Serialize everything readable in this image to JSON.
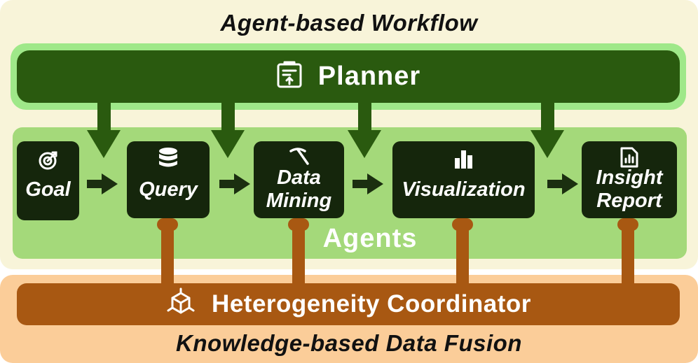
{
  "workflow": {
    "title": "Agent-based Workflow",
    "planner_label": "Planner",
    "agents_label": "Agents",
    "agents": [
      {
        "label": "Goal",
        "icon": "target-icon"
      },
      {
        "label": "Query",
        "icon": "database-icon"
      },
      {
        "label": "Data\nMining",
        "icon": "pickaxe-icon"
      },
      {
        "label": "Visualization",
        "icon": "bar-chart-icon"
      },
      {
        "label": "Insight\nReport",
        "icon": "report-icon"
      }
    ]
  },
  "fusion": {
    "title": "Knowledge-based Data Fusion",
    "coordinator_label": "Heterogeneity Coordinator",
    "coordinator_icon": "cube-network-icon"
  },
  "colors": {
    "planner": "#2a5a0f",
    "planner_glow": "#9fe889",
    "agents_panel": "#a4d97a",
    "agent_box": "#15260c",
    "coordinator": "#a85812",
    "workflow_bg": "#f8f4d9",
    "fusion_bg": "#fbcd99"
  }
}
